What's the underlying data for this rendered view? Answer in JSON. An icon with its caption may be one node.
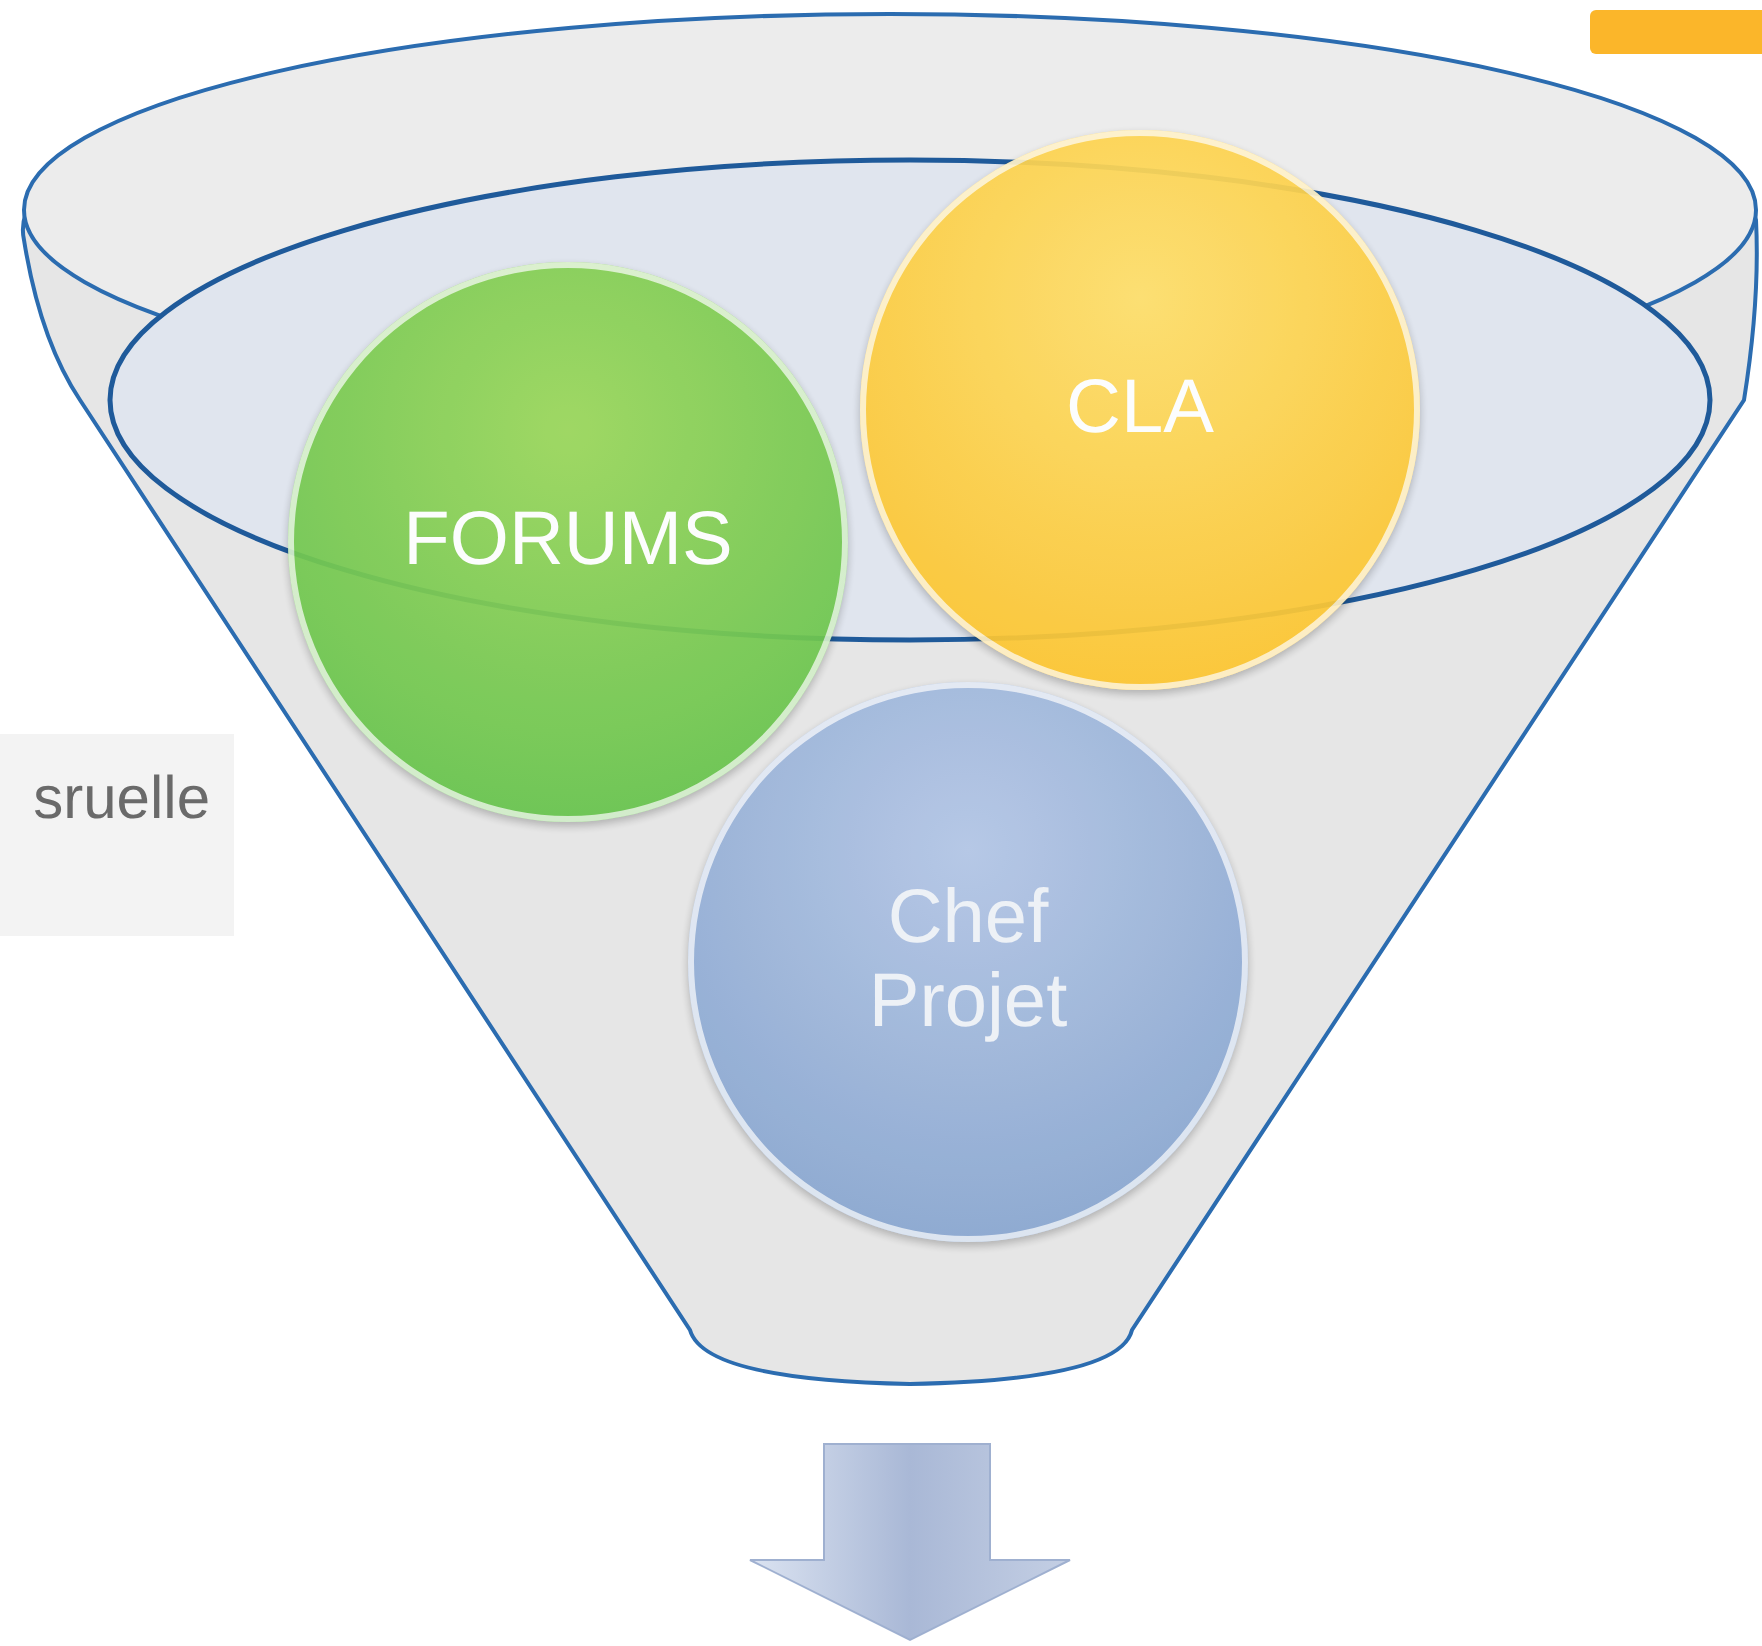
{
  "diagram": {
    "nodes": [
      {
        "text": [],
        "shape": "funnel"
      },
      {
        "text": [
          "FORUMS"
        ],
        "in": 0
      },
      {
        "text": [
          "CLA"
        ],
        "in": 0
      },
      {
        "text": [
          "Chef Projet"
        ],
        "in": 0
      },
      {
        "text": [],
        "shape": "bar"
      }
    ],
    "labels": [
      "sruelle"
    ]
  }
}
